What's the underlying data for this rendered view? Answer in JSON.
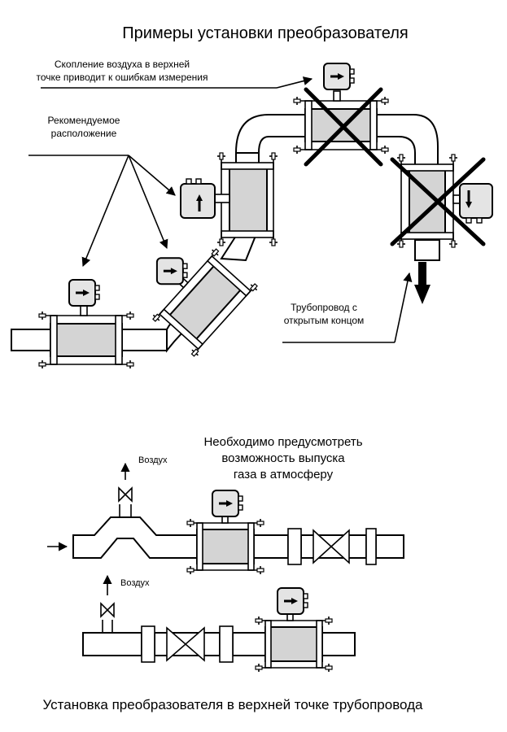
{
  "title": "Примеры установки преобразователя",
  "labels": {
    "air_accumulation_line1": "Скопление воздуха в верхней",
    "air_accumulation_line2": "точке приводит к ошибкам измерения",
    "recommended_line1": "Рекомендуемое",
    "recommended_line2": "расположение",
    "open_end_line1": "Трубопровод с",
    "open_end_line2": "открытым концом",
    "vent_note_line1": "Необходимо предусмотреть",
    "vent_note_line2": "возможность выпуска",
    "vent_note_line3": "газа в атмосферу",
    "air_1": "Воздух",
    "air_2": "Воздух",
    "bottom_caption": "Установка преобразователя в верхней точке трубопровода"
  }
}
